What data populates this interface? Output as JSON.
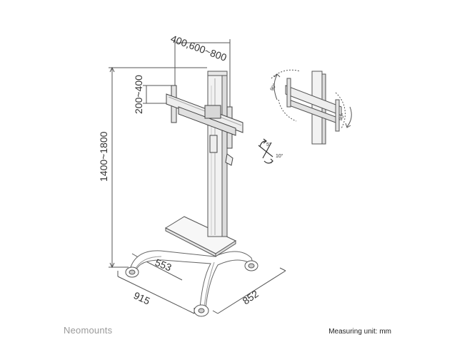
{
  "brand": "Neomounts",
  "measuring_unit": "Measuring unit: mm",
  "dimensions": {
    "vesa_width": "400,600~800",
    "vesa_height": "200~400",
    "height_range": "1400~1800",
    "shelf_depth": "553",
    "base_width": "915",
    "base_depth": "852"
  },
  "angles": {
    "tilt_up": "5°",
    "tilt_down": "10°",
    "rotate_left": "90°",
    "rotate_right": "90°"
  },
  "colors": {
    "line": "#555555",
    "light": "#aaaaaa",
    "brand": "#9a9a9a"
  }
}
